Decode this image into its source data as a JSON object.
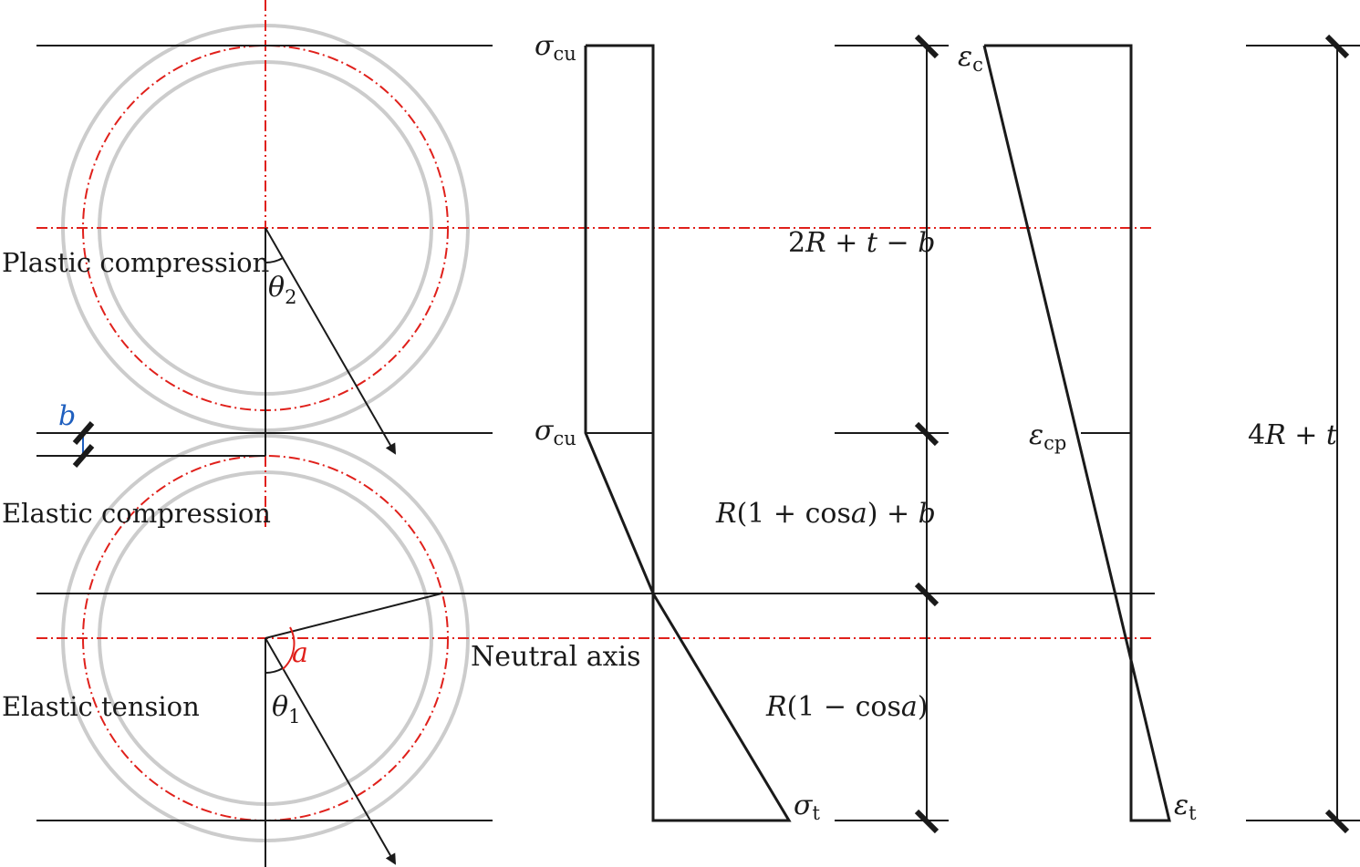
{
  "zones": {
    "plastic_compression": "Plastic compression",
    "elastic_compression": "Elastic compression",
    "elastic_tension": "Elastic tension"
  },
  "symbols": {
    "b": "b",
    "theta": "θ",
    "theta_2_sub": "2",
    "theta_1_sub": "1",
    "a": "a",
    "neutral_axis": "Neutral axis",
    "sigma": "σ",
    "sigma_cu_sub": "cu",
    "sigma_t_sub": "t",
    "epsilon": "ε",
    "eps_c_sub": "c",
    "eps_cp_sub": "cp",
    "eps_t_sub": "t"
  },
  "dimensions": {
    "top": {
      "r_a": "2",
      "r_b": "R",
      "r_c": " + ",
      "r_d": "t",
      "r_e": " − ",
      "r_f": "b"
    },
    "middle": {
      "r_a": "R",
      "r_b": "(1 + cos",
      "r_c": "a",
      "r_d": ") + ",
      "r_e": "b"
    },
    "bottom": {
      "r_a": "R",
      "r_b": "(1 − cos",
      "r_c": "a",
      "r_d": ")"
    },
    "total": {
      "r_a": "4",
      "r_b": "R",
      "r_c": " + ",
      "r_d": "t"
    }
  },
  "colors": {
    "line": "#1a1a1a",
    "circle": "#cccccc",
    "dashdot": "#e0201b",
    "angle_a": "#e0201b",
    "b_label": "#1f5fbf"
  }
}
